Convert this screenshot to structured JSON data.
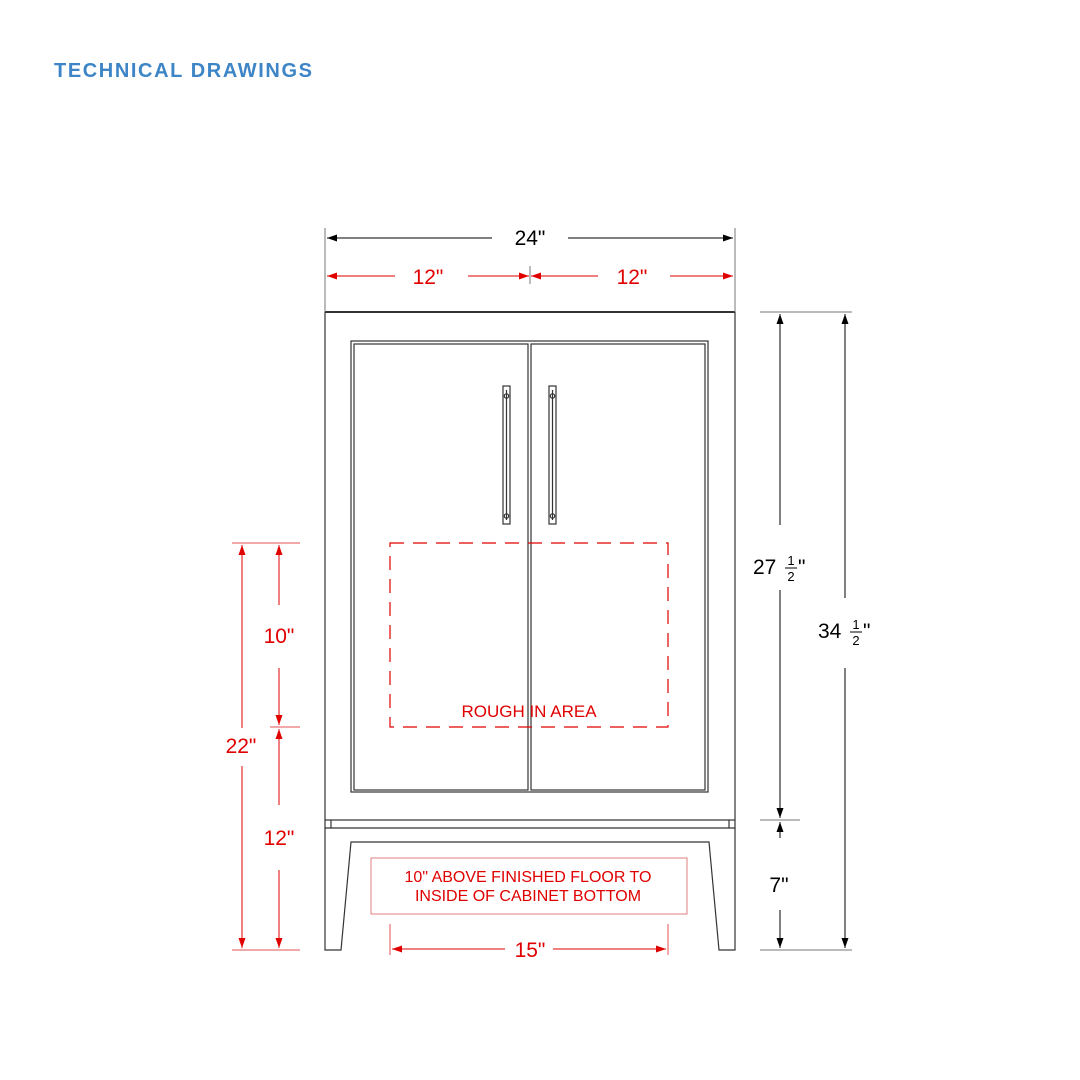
{
  "header": {
    "title": "TECHNICAL DRAWINGS"
  },
  "colors": {
    "title": "#3d85c6",
    "drawing": "#333333",
    "dimension_black": "#000000",
    "dimension_red": "#e00000"
  },
  "dimensions": {
    "overall_width": "24\"",
    "left_half_width": "12\"",
    "right_half_width": "12\"",
    "cabinet_height_whole": "27",
    "overall_height_whole": "34",
    "fraction_num": "1",
    "fraction_den": "2",
    "inch_mark": "\"",
    "leg_height": "7\"",
    "rough_in_height": "10\"",
    "floor_to_rough_in": "12\"",
    "floor_to_rough_in_top": "22\"",
    "rough_in_width": "15\""
  },
  "labels": {
    "rough_in_area": "ROUGH IN AREA",
    "note_line1": "10\" ABOVE FINISHED FLOOR TO",
    "note_line2": "INSIDE OF CABINET BOTTOM"
  }
}
